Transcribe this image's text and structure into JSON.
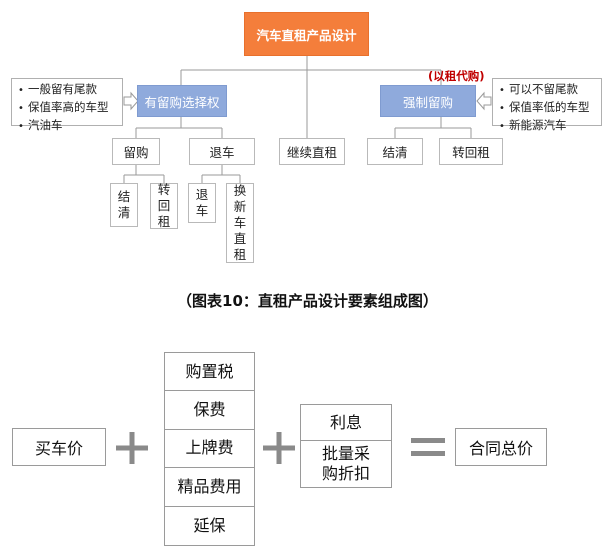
{
  "diagram": {
    "root": "汽车直租产品设计",
    "left_branch": {
      "label": "有留购选择权",
      "conditions": [
        "一般留有尾款",
        "保值率高的车型",
        "汽油车"
      ],
      "children": [
        {
          "label": "留购",
          "children": [
            "结清",
            "转回租"
          ]
        },
        {
          "label": "退车",
          "children": [
            "退车",
            "换新车直租"
          ]
        }
      ]
    },
    "middle_branch": {
      "label": "继续直租"
    },
    "right_branch": {
      "label": "强制留购",
      "note": "(以租代购)",
      "conditions": [
        "可以不留尾款",
        "保值率低的车型",
        "新能源汽车"
      ],
      "children": [
        "结清",
        "转回租"
      ]
    },
    "bullet_glyph": "•",
    "caption": "（图表10：直租产品设计要素组成图）"
  },
  "equation": {
    "term1": "买车价",
    "operator1": "+",
    "group1": [
      "购置税",
      "保费",
      "上牌费",
      "精品费用",
      "延保"
    ],
    "operator2": "+",
    "group2": [
      "利息",
      "批量采购折扣"
    ],
    "equals": "=",
    "result": "合同总价"
  },
  "colors": {
    "root": "#f47e3b",
    "branch": "#8faadc",
    "note": "#c00000",
    "operator": "#8a8a8a"
  }
}
